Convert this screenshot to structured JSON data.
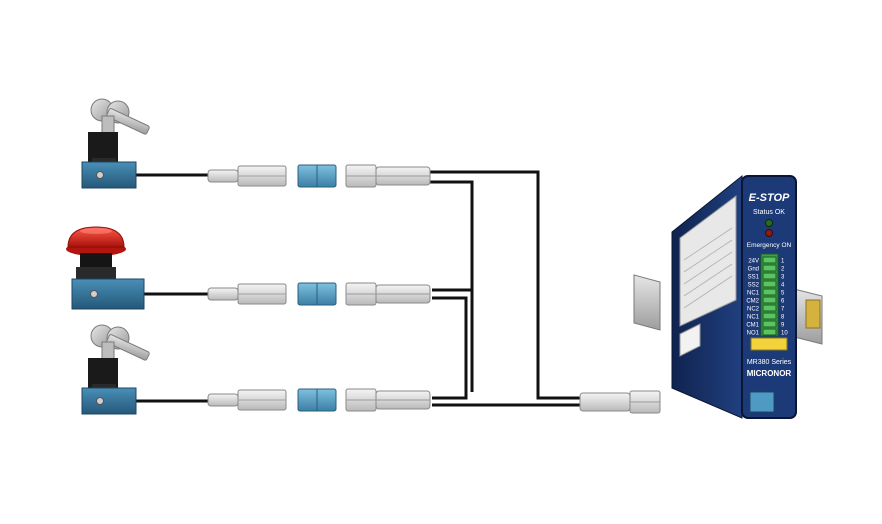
{
  "module": {
    "title": "E-STOP",
    "status_label": "Status OK",
    "emergency_label": "Emergency ON",
    "series_label": "MR380 Series",
    "brand": "MICRONOR",
    "terminals": [
      "24V",
      "Gnd",
      "SS1",
      "SS2",
      "NC1",
      "CM2",
      "NC2",
      "NC1",
      "CM1",
      "NO1"
    ],
    "terminal_numbers": [
      "1",
      "2",
      "3",
      "4",
      "5",
      "6",
      "7",
      "8",
      "9",
      "10"
    ],
    "colors": {
      "housing": "#1d3a78",
      "housing_dark": "#0e1f45",
      "terminal_block": "#3fa046",
      "status_led": "#2a6b1f",
      "emergency_led": "#8c1d12",
      "label_yellow": "#f2d33c"
    }
  },
  "devices": [
    {
      "kind": "key-switch",
      "icon": "key-icon"
    },
    {
      "kind": "emergency-stop",
      "icon": "mushroom-button-icon"
    },
    {
      "kind": "key-switch",
      "icon": "key-icon"
    }
  ],
  "colors": {
    "cable": "#111111",
    "blue_body": "#2f6e96",
    "lc_connector": "#e2e2e2",
    "coupler": "#5aa3c8",
    "estop_red": "#d81f1f",
    "din_rail": "#c9c9c9",
    "bracket": "#d4b23e"
  }
}
